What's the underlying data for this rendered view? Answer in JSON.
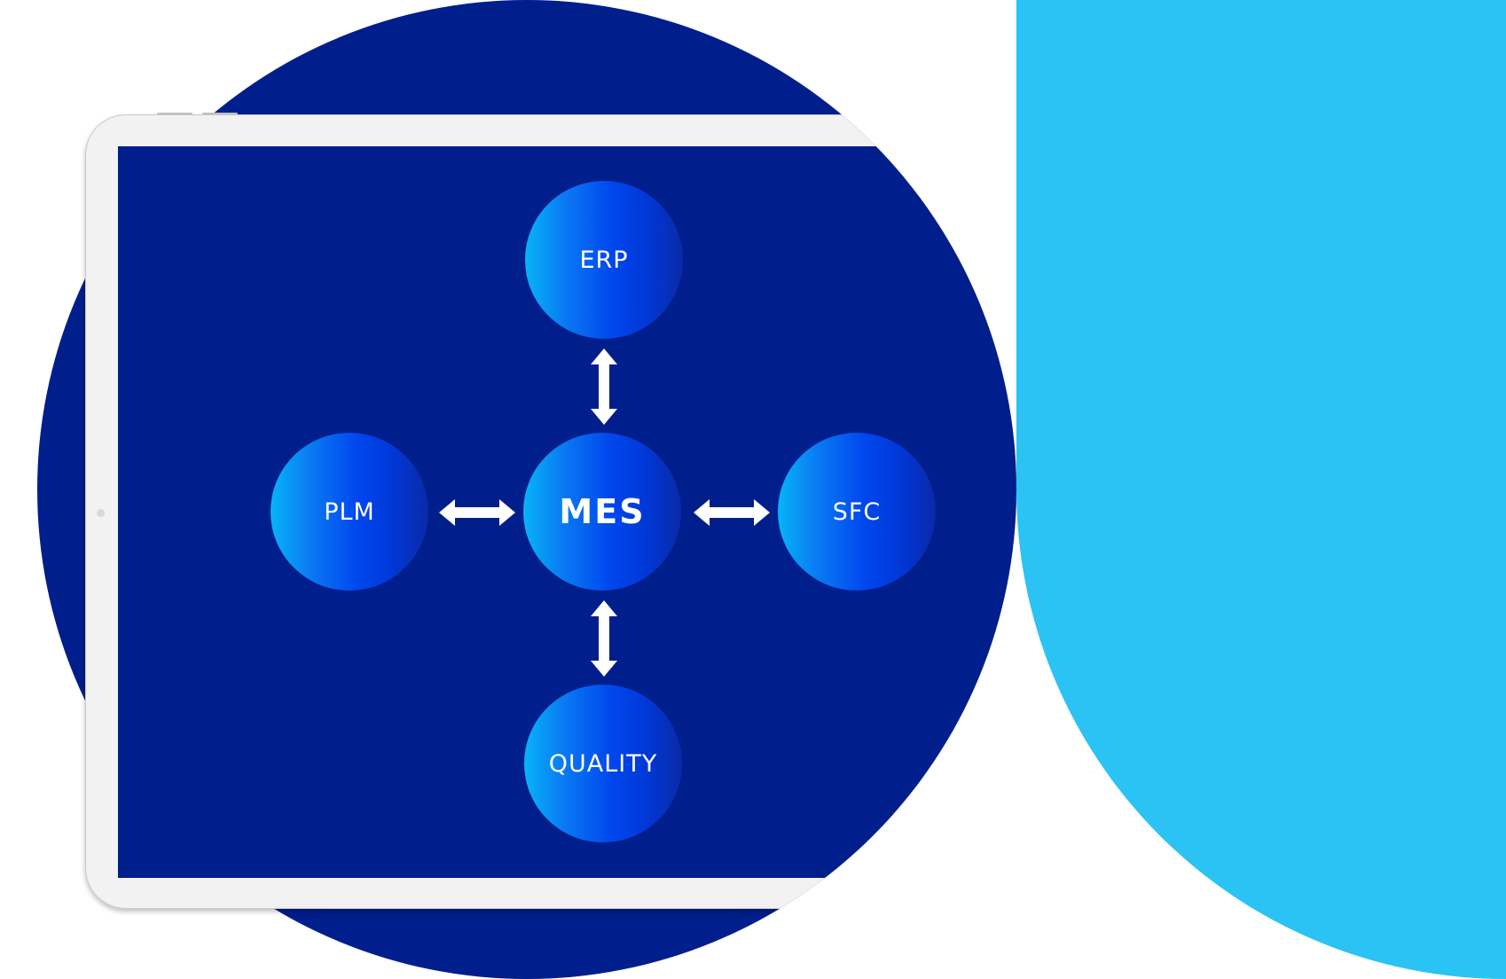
{
  "colors": {
    "navy": "#001e8c",
    "light_blue": "#2bc3f3",
    "frame": "#f2f2f2",
    "node_gradient_start": "#07b4f7",
    "node_gradient_end": "#0a2aa8",
    "arrow": "#ffffff"
  },
  "diagram": {
    "center": {
      "label": "MES"
    },
    "nodes": [
      {
        "id": "erp",
        "label": "ERP",
        "position": "top"
      },
      {
        "id": "plm",
        "label": "PLM",
        "position": "left"
      },
      {
        "id": "sfc",
        "label": "SFC",
        "position": "right"
      },
      {
        "id": "quality",
        "label": "QUALITY",
        "position": "bottom"
      }
    ],
    "connections": [
      {
        "from": "MES",
        "to": "ERP",
        "direction": "bidirectional"
      },
      {
        "from": "MES",
        "to": "PLM",
        "direction": "bidirectional"
      },
      {
        "from": "MES",
        "to": "SFC",
        "direction": "bidirectional"
      },
      {
        "from": "MES",
        "to": "QUALITY",
        "direction": "bidirectional"
      }
    ]
  }
}
